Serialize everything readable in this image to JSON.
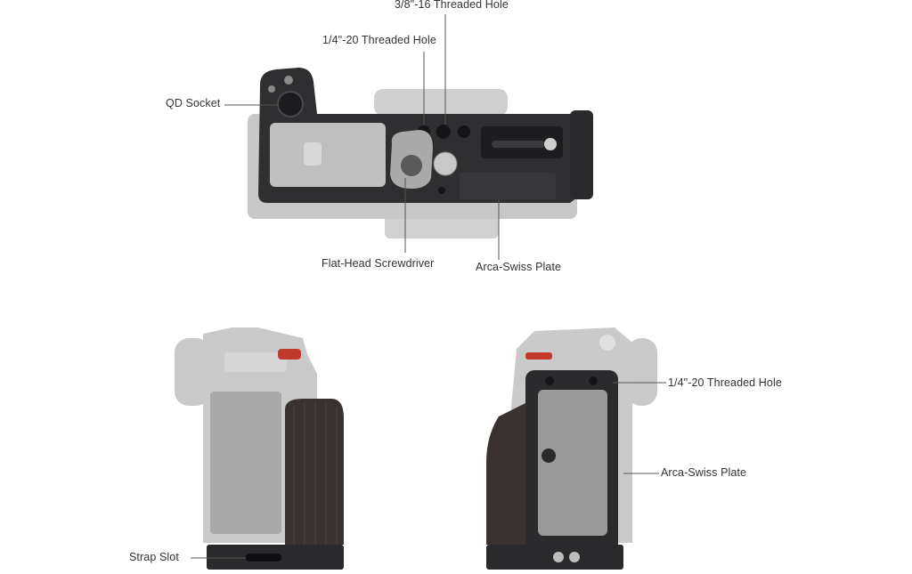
{
  "labels": {
    "top_threaded_38": "3/8\"-16 Threaded Hole",
    "top_threaded_14": "1/4\"-20 Threaded Hole",
    "qd_socket": "QD Socket",
    "screwdriver": "Flat-Head Screwdriver",
    "arca_top": "Arca-Swiss Plate",
    "strap_slot": "Strap Slot",
    "side_threaded_14": "1/4\"-20 Threaded Hole",
    "arca_side": "Arca-Swiss Plate"
  },
  "colors": {
    "camera_body": "#bdbdbd",
    "camera_light": "#d4d4d4",
    "cage_metal": "#2b2b2d",
    "wood_grip": "#3a3230",
    "leader_line": "#555555",
    "red_button": "#c0392b"
  }
}
